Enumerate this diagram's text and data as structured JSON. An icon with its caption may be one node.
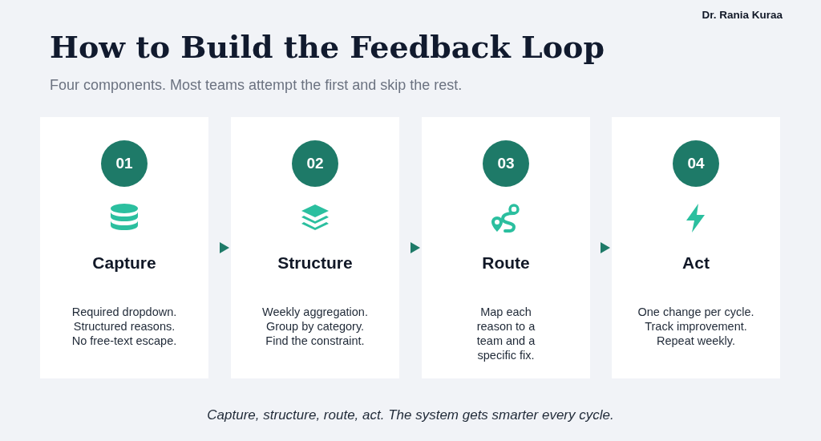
{
  "diagram": {
    "title": "How to Build the Feedback Loop",
    "caption": "Capture, structure, route, act. The system gets smarter every cycle.",
    "nodes": [
      {
        "text": [
          "Capture",
          "Required dropdown. Structured reasons. No free-text escape."
        ]
      },
      {
        "text": [
          "01"
        ],
        "in": 0
      },
      {
        "text": [
          "Structure",
          "Weekly aggregation. Group by category. Find the constraint."
        ]
      },
      {
        "text": [
          "02"
        ],
        "in": 2
      },
      {
        "text": [
          "Route",
          "Map each reason to a team and a specific fix."
        ]
      },
      {
        "text": [
          "03"
        ],
        "in": 4
      },
      {
        "text": [
          "Act",
          "One change per cycle. Track improvement. Repeat weekly."
        ]
      },
      {
        "text": [
          "04"
        ],
        "in": 6
      }
    ],
    "edges": [
      {
        "from": 0,
        "to": 2,
        "arrow": "to"
      },
      {
        "from": 2,
        "to": 4,
        "arrow": "to"
      },
      {
        "from": 4,
        "to": 6,
        "arrow": "to"
      }
    ],
    "labels": [
      "Dr. Rania Kuraa",
      "Four components. Most teams attempt the first and skip the rest."
    ]
  }
}
